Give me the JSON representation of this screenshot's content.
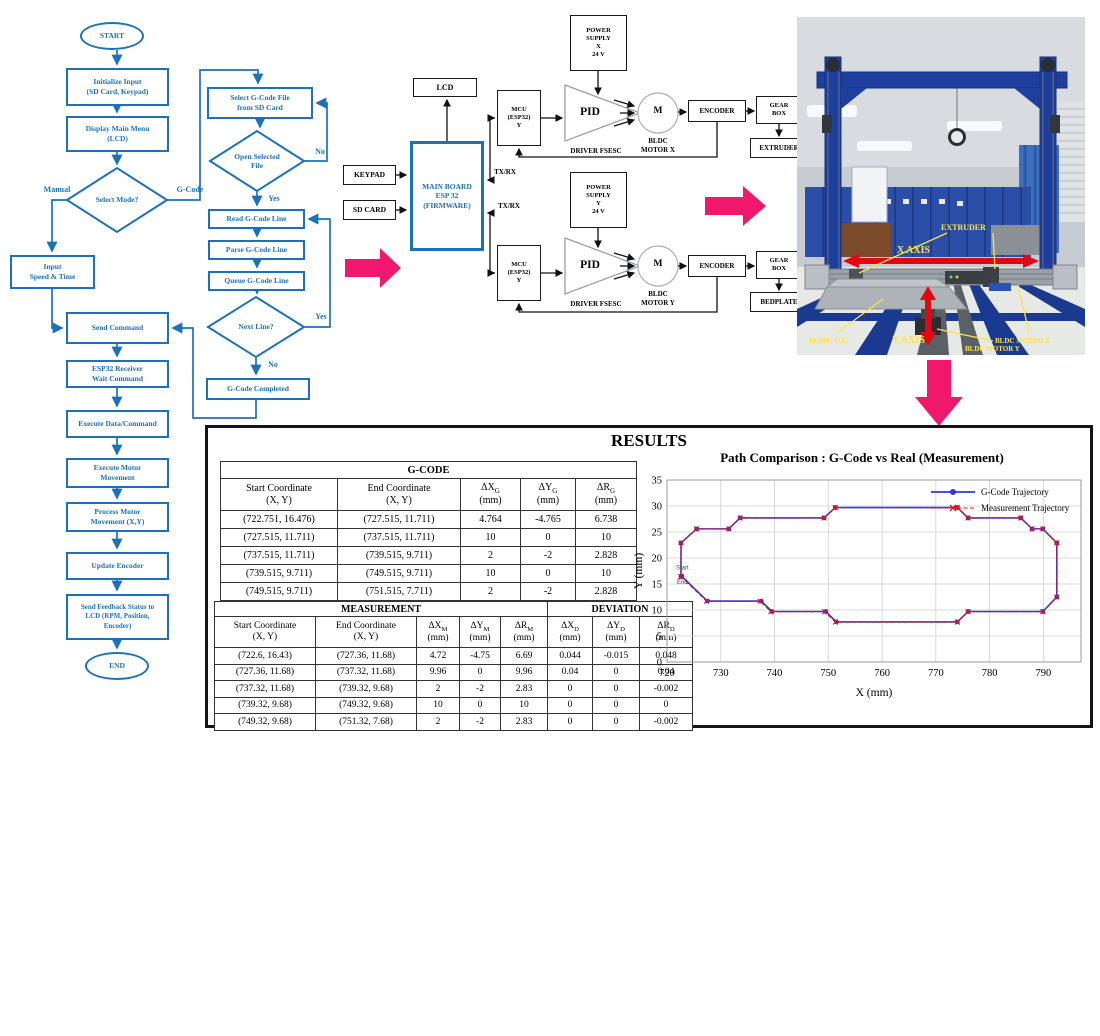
{
  "colors": {
    "flow_blue": "#1b72ba",
    "accent_pink": "#f1176c",
    "label_yellow": "#ffe24a",
    "arrow_red": "#e30613",
    "gcode_line_blue": "#2a3bd0",
    "measure_line_red": "#e8101e"
  },
  "flowchart": {
    "nodes": {
      "start": "START",
      "init": "Initialize Input\n(SD Card, Keypad)",
      "menu": "Display Main Menu\n(LCD)",
      "mode": "Select Mode?",
      "input": "Input\nSpeed & Time",
      "send": "Send Command",
      "esp_wait": "ESP32 Receiver\nWait Command",
      "exec_data": "Execute Data/Command",
      "exec_motor": "Execute Motor\nMovement",
      "proc_motor": "Process Motor\nMovement (X,Y)",
      "update_enc": "Update Encoder",
      "feedback": "Send Feedback Status to\nLCD (RPM, Position,\nEncoder)",
      "end": "END",
      "select_file": "Select G-Code File\nfrom SD Card",
      "open_file": "Open Selected\nFile",
      "read": "Read G-Code Line",
      "parse": "Parse G-Code Line",
      "queue": "Queue G-Code Line",
      "next": "Next Line?",
      "completed": "G-Code Completed"
    },
    "edge_labels": {
      "manual": "Manual",
      "gcode": "G-Code",
      "open_no": "No",
      "open_yes": "Yes",
      "next_yes": "Yes",
      "next_no": "No"
    }
  },
  "block_diagram": {
    "lcd": "LCD",
    "keypad": "KEYPAD",
    "sd_card": "SD CARD",
    "main_board": "MAIN BOARD\nESP 32\n(FIRMWARE)",
    "txrx_top": "TX/RX",
    "txrx_bottom": "TX/RX",
    "mcu_top": "MCU\n(ESP32)\nY",
    "mcu_bottom": "MCU\n(ESP32)\nY",
    "pid_top": "PID",
    "pid_bottom": "PID",
    "driver_top": "DRIVER FSESC",
    "driver_bottom": "DRIVER FSESC",
    "power_x": "POWER\nSUPPLY\nX\n24 V",
    "power_y": "POWER\nSUPPLY\nY\n24 V",
    "motor_m_top": "M",
    "motor_m_bottom": "M",
    "bldc_x": "BLDC\nMOTOR X",
    "bldc_y": "BLDC\nMOTOR Y",
    "encoder_top": "ENCODER",
    "encoder_bottom": "ENCODER",
    "gearbox_top": "GEAR\nBOX",
    "gearbox_bottom": "GEAR\nBOX",
    "extruder": "EXTRUDER",
    "bedplate": "BEDPLATE"
  },
  "photo": {
    "labels": {
      "extruder": "EXTRUDER",
      "x_axis": "X AXIS",
      "y_axis": "Y AXIS",
      "bedplate": "BEDPLATE",
      "bldc_x": "BLDC MOTOR X",
      "bldc_y": "BLDC MOTOR Y"
    }
  },
  "results": {
    "title": "RESULTS",
    "gcode_table": {
      "title": "G-CODE",
      "columns": [
        {
          "t": "Start Coordinate",
          "b": "(X, Y)"
        },
        {
          "t": "End Coordinate",
          "b": "(X, Y)"
        },
        {
          "s": "ΔX",
          "sub": "G",
          "u": "(mm)"
        },
        {
          "s": "ΔY",
          "sub": "G",
          "u": "(mm)"
        },
        {
          "s": "ΔR",
          "sub": "G",
          "u": "(mm)"
        }
      ],
      "rows": [
        [
          "(722.751, 16.476)",
          "(727.515, 11.711)",
          "4.764",
          "-4.765",
          "6.738"
        ],
        [
          "(727.515, 11.711)",
          "(737.515, 11.711)",
          "10",
          "0",
          "10"
        ],
        [
          "(737.515, 11.711)",
          "(739.515, 9.711)",
          "2",
          "-2",
          "2.828"
        ],
        [
          "(739.515, 9.711)",
          "(749.515, 9.711)",
          "10",
          "0",
          "10"
        ],
        [
          "(749.515, 9.711)",
          "(751.515, 7.711)",
          "2",
          "-2",
          "2.828"
        ]
      ]
    },
    "measure_table": {
      "group_headers": [
        {
          "label": "MEASUREMENT",
          "span": 5
        },
        {
          "label": "DEVIATION",
          "span": 3
        }
      ],
      "columns": [
        {
          "t": "Start Coordinate",
          "b": "(X, Y)"
        },
        {
          "t": "End Coordinate",
          "b": "(X, Y)"
        },
        {
          "s": "ΔX",
          "sub": "M",
          "u": "(mm)"
        },
        {
          "s": "ΔY",
          "sub": "M",
          "u": "(mm)"
        },
        {
          "s": "ΔR",
          "sub": "M",
          "u": "(mm)"
        },
        {
          "s": "ΔX",
          "sub": "D",
          "u": "(mm)"
        },
        {
          "s": "ΔY",
          "sub": "D",
          "u": "(mm)"
        },
        {
          "s": "ΔR",
          "sub": "D",
          "u": "(mm)"
        }
      ],
      "rows": [
        [
          "(722.6, 16.43)",
          "(727.36, 11.68)",
          "4.72",
          "-4.75",
          "6.69",
          "0.044",
          "-0.015",
          "0.048"
        ],
        [
          "(727.36, 11.68)",
          "(737.32, 11.68)",
          "9.96",
          "0",
          "9.96",
          "0.04",
          "0",
          "0.04"
        ],
        [
          "(737.32, 11.68)",
          "(739.32, 9.68)",
          "2",
          "-2",
          "2.83",
          "0",
          "0",
          "-0.002"
        ],
        [
          "(739.32, 9.68)",
          "(749.32, 9.68)",
          "10",
          "0",
          "10",
          "0",
          "0",
          "0"
        ],
        [
          "(749.32, 9.68)",
          "(751.32, 7.68)",
          "2",
          "-2",
          "2.83",
          "0",
          "0",
          "-0.002"
        ]
      ]
    }
  },
  "chart_data": {
    "type": "line",
    "title": "Path Comparison : G-Code vs Real (Measurement)",
    "xlabel": "X (mm)",
    "ylabel": "Y (mm)",
    "xlim": [
      720,
      797
    ],
    "ylim": [
      0,
      35
    ],
    "xticks": [
      720,
      730,
      740,
      750,
      760,
      770,
      780,
      790
    ],
    "yticks": [
      0,
      5,
      10,
      15,
      20,
      25,
      30,
      35
    ],
    "grid": true,
    "legend_position": "top-right",
    "annotations": [
      {
        "text": "Start",
        "x": 722.85,
        "y": 17.8
      },
      {
        "text": "End",
        "x": 722.85,
        "y": 15.0
      }
    ],
    "series": [
      {
        "name": "G-Code Trajectory",
        "color": "#2a3bd0",
        "style": "solid",
        "marker": "circle",
        "points": [
          [
            722.75,
            16.48
          ],
          [
            727.52,
            11.71
          ],
          [
            737.52,
            11.71
          ],
          [
            739.52,
            9.71
          ],
          [
            749.52,
            9.71
          ],
          [
            751.52,
            7.71
          ],
          [
            774.0,
            7.71
          ],
          [
            776.0,
            9.71
          ],
          [
            789.9,
            9.71
          ],
          [
            792.5,
            12.5
          ],
          [
            792.5,
            22.9
          ],
          [
            789.9,
            25.6
          ],
          [
            787.9,
            25.6
          ],
          [
            785.8,
            27.7
          ],
          [
            776.0,
            27.7
          ],
          [
            774.0,
            29.7
          ],
          [
            751.3,
            29.7
          ],
          [
            749.2,
            27.7
          ],
          [
            733.6,
            27.7
          ],
          [
            731.5,
            25.6
          ],
          [
            725.5,
            25.6
          ],
          [
            722.6,
            22.9
          ],
          [
            722.6,
            16.43
          ]
        ]
      },
      {
        "name": "Measurement Trajectory",
        "color": "#e8101e",
        "style": "dashed",
        "marker": "x",
        "points": [
          [
            722.6,
            16.43
          ],
          [
            727.36,
            11.68
          ],
          [
            737.32,
            11.68
          ],
          [
            739.32,
            9.68
          ],
          [
            749.32,
            9.68
          ],
          [
            751.32,
            7.68
          ],
          [
            774.0,
            7.68
          ],
          [
            776.0,
            9.68
          ],
          [
            789.9,
            9.68
          ],
          [
            792.5,
            12.5
          ],
          [
            792.5,
            22.9
          ],
          [
            789.9,
            25.6
          ],
          [
            787.9,
            25.6
          ],
          [
            785.8,
            27.7
          ],
          [
            776.0,
            27.7
          ],
          [
            774.0,
            29.7
          ],
          [
            751.3,
            29.7
          ],
          [
            749.2,
            27.7
          ],
          [
            733.6,
            27.7
          ],
          [
            731.5,
            25.6
          ],
          [
            725.5,
            25.6
          ],
          [
            722.6,
            22.9
          ],
          [
            722.6,
            16.43
          ]
        ]
      }
    ]
  }
}
